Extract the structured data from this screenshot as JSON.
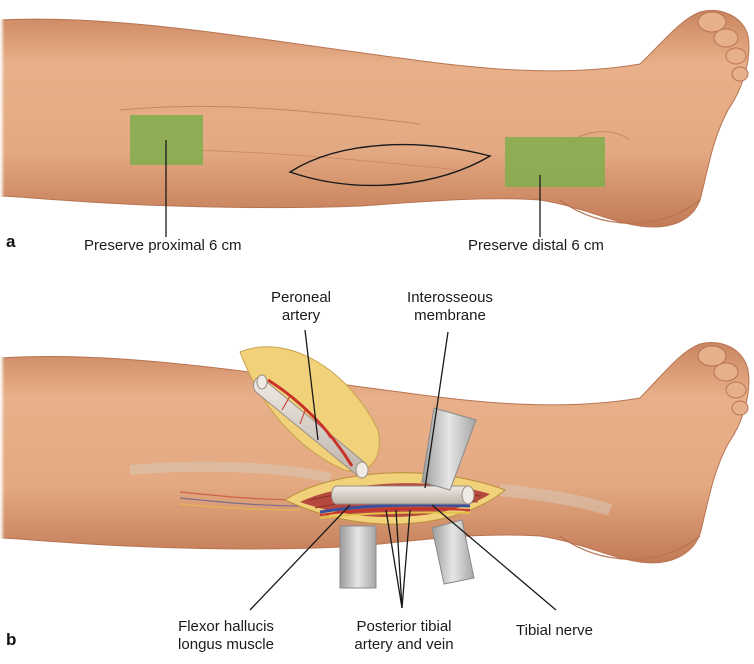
{
  "panels": {
    "a": {
      "letter": "a",
      "labels": {
        "proximal": "Preserve proximal 6 cm",
        "distal": "Preserve distal 6 cm"
      }
    },
    "b": {
      "letter": "b",
      "labels": {
        "peroneal_line1": "Peroneal",
        "peroneal_line2": "artery",
        "interosseous_line1": "Interosseous",
        "interosseous_line2": "membrane",
        "flexor_line1": "Flexor hallucis",
        "flexor_line2": "longus muscle",
        "posterior_line1": "Posterior tibial",
        "posterior_line2": "artery and vein",
        "tibial_nerve": "Tibial nerve"
      }
    }
  },
  "colors": {
    "skin": "#e3a982",
    "skin_shadow": "#c98560",
    "preserve_zone": "#7fae4e",
    "fat": "#f1d27a",
    "muscle": "#b5493f",
    "bone": "#d9d3cc",
    "retractor": "#c9c9c9",
    "artery": "#c8322a",
    "vein": "#3a4f9e",
    "nerve": "#e6c14a"
  }
}
